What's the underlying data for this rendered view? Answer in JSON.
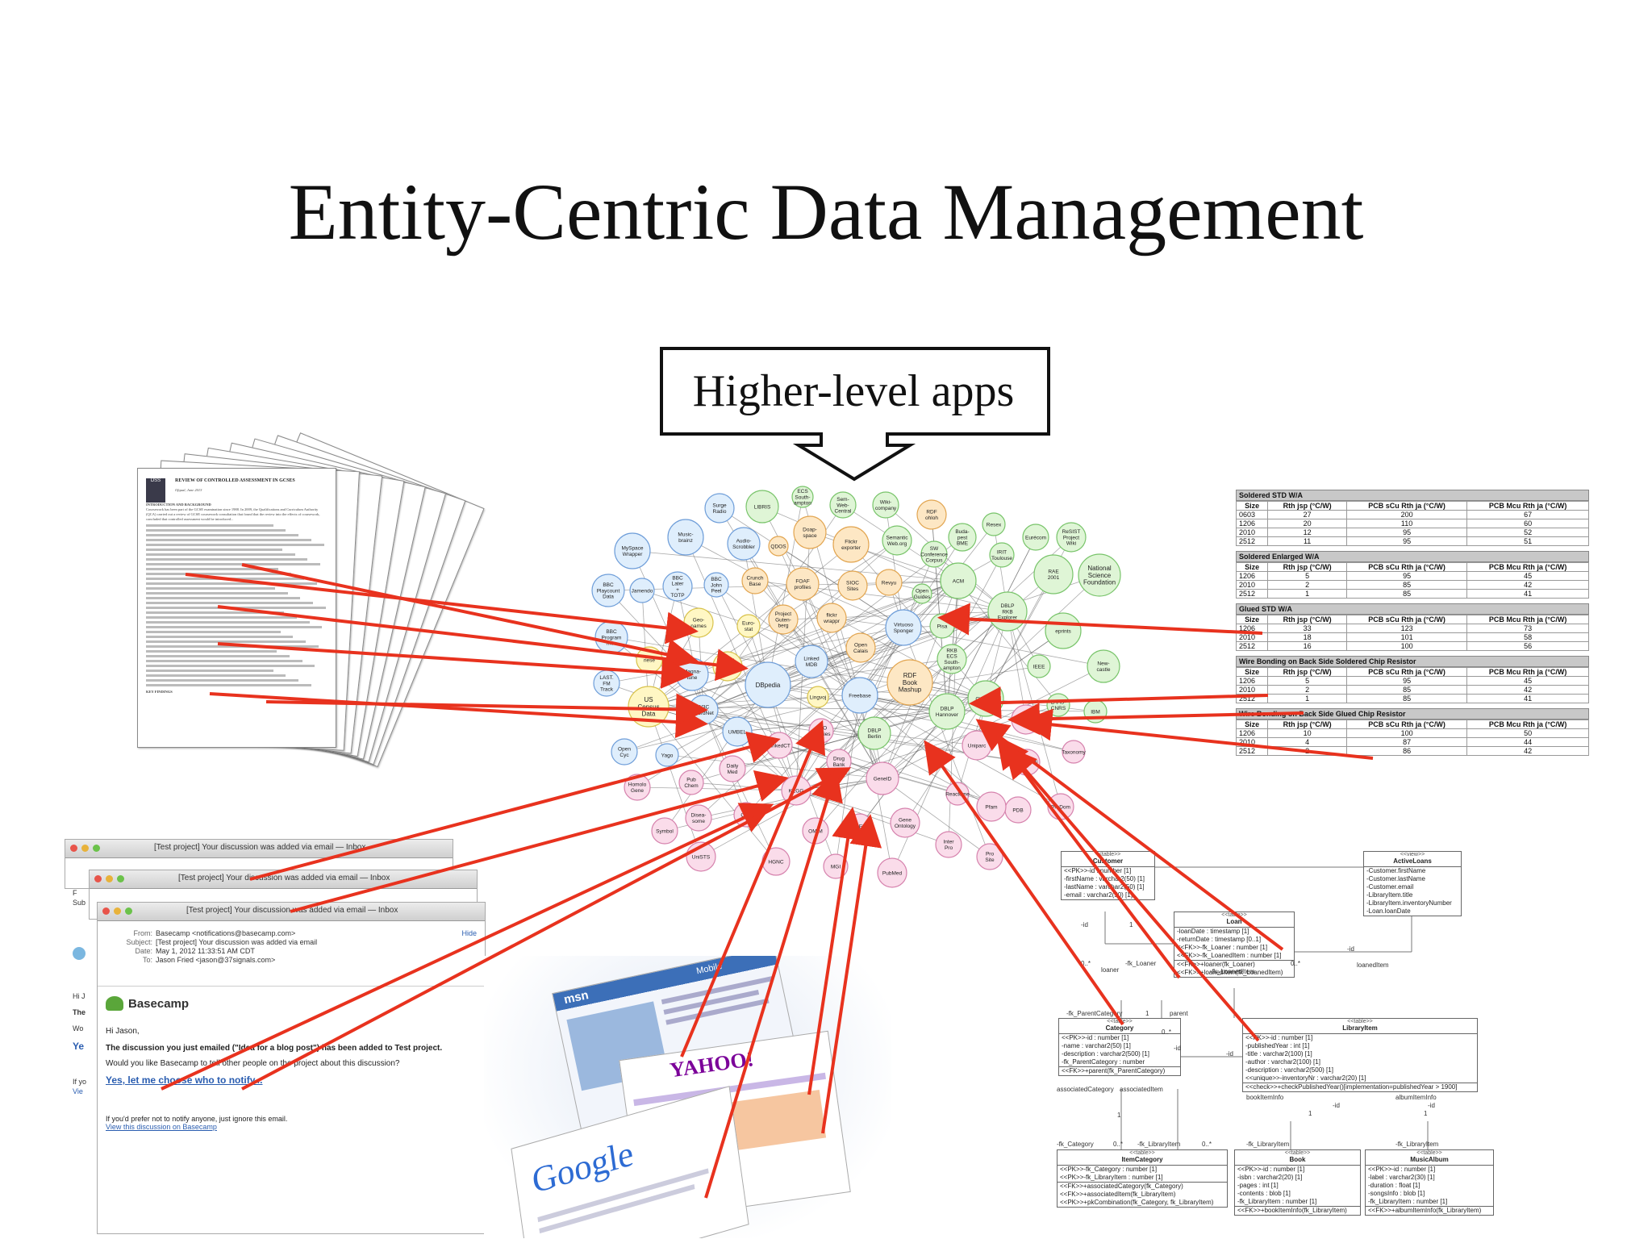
{
  "slide": {
    "title": "Entity-Centric Data Management",
    "callout": "Higher-level apps"
  },
  "colors": {
    "arrow": "#e8321e",
    "node_blue": "#dfeefc",
    "node_green": "#dff5d6",
    "node_yellow": "#fff7c4",
    "node_pink": "#fadcea",
    "node_orange": "#fde7c4"
  },
  "lod_cloud": {
    "nodes": [
      {
        "label": "ECS South- ampton",
        "color": "node_green"
      },
      {
        "label": "LIBRIS",
        "color": "node_green"
      },
      {
        "label": "Surge Radio",
        "color": "node_blue"
      },
      {
        "label": "Sem- Web- Central",
        "color": "node_green"
      },
      {
        "label": "Wiki- company",
        "color": "node_green"
      },
      {
        "label": "RDF ohloh",
        "color": "node_orange"
      },
      {
        "label": "Music- brainz",
        "color": "node_blue"
      },
      {
        "label": "Audio- Scrobbler",
        "color": "node_blue"
      },
      {
        "label": "Doap- space",
        "color": "node_orange"
      },
      {
        "label": "Flickr exporter",
        "color": "node_orange"
      },
      {
        "label": "Semantic Web.org",
        "color": "node_green"
      },
      {
        "label": "Buda- pest BME",
        "color": "node_green"
      },
      {
        "label": "Resex",
        "color": "node_green"
      },
      {
        "label": "QDOS",
        "color": "node_orange"
      },
      {
        "label": "MySpace Wrapper",
        "color": "node_blue"
      },
      {
        "label": "SW Conference Corpus",
        "color": "node_green"
      },
      {
        "label": "Eurécom",
        "color": "node_green"
      },
      {
        "label": "ReSIST Project Wiki",
        "color": "node_green"
      },
      {
        "label": "IRIT Toulouse",
        "color": "node_green"
      },
      {
        "label": "BBC Playcount Data",
        "color": "node_blue"
      },
      {
        "label": "Jamendo",
        "color": "node_blue"
      },
      {
        "label": "BBC Later + TOTP",
        "color": "node_blue"
      },
      {
        "label": "BBC John Peel",
        "color": "node_blue"
      },
      {
        "label": "Crunch Base",
        "color": "node_orange"
      },
      {
        "label": "FOAF profiles",
        "color": "node_orange"
      },
      {
        "label": "SIOC Sites",
        "color": "node_orange"
      },
      {
        "label": "Revyu",
        "color": "node_orange"
      },
      {
        "label": "ACM",
        "color": "node_green"
      },
      {
        "label": "RAE 2001",
        "color": "node_green"
      },
      {
        "label": "National Science Foundation",
        "color": "node_green"
      },
      {
        "label": "Open Guides",
        "color": "node_green"
      },
      {
        "label": "DBLP RKB Explorer",
        "color": "node_green"
      },
      {
        "label": "Geo- names",
        "color": "node_yellow"
      },
      {
        "label": "Euro- stat",
        "color": "node_yellow"
      },
      {
        "label": "Project Guten- berg",
        "color": "node_orange"
      },
      {
        "label": "flickr wrappr",
        "color": "node_orange"
      },
      {
        "label": "Virtuoso Sponger",
        "color": "node_blue"
      },
      {
        "label": "Pisa",
        "color": "node_green"
      },
      {
        "label": "eprints",
        "color": "node_green"
      },
      {
        "label": "BBC Program mes",
        "color": "node_blue"
      },
      {
        "label": "riese",
        "color": "node_yellow"
      },
      {
        "label": "World Fact- book",
        "color": "node_yellow"
      },
      {
        "label": "Linked MDB",
        "color": "node_blue"
      },
      {
        "label": "Open Calais",
        "color": "node_orange"
      },
      {
        "label": "RKB ECS South- ampton",
        "color": "node_green"
      },
      {
        "label": "IEEE",
        "color": "node_green"
      },
      {
        "label": "New- castle",
        "color": "node_green"
      },
      {
        "label": "Magna- tune",
        "color": "node_blue"
      },
      {
        "label": "DBpedia",
        "color": "node_blue"
      },
      {
        "label": "Freebase",
        "color": "node_blue"
      },
      {
        "label": "RDF Book Mashup",
        "color": "node_orange"
      },
      {
        "label": "CiteSeer",
        "color": "node_green"
      },
      {
        "label": "LAAS- CNRS",
        "color": "node_green"
      },
      {
        "label": "IBM",
        "color": "node_green"
      },
      {
        "label": "Lingvoj",
        "color": "node_yellow"
      },
      {
        "label": "DBLP Hannover",
        "color": "node_green"
      },
      {
        "label": "UniRef",
        "color": "node_pink"
      },
      {
        "label": "LAST. FM Track",
        "color": "node_blue"
      },
      {
        "label": "US Census Data",
        "color": "node_yellow"
      },
      {
        "label": "W3C WordNet",
        "color": "node_blue"
      },
      {
        "label": "UMBEL",
        "color": "node_blue"
      },
      {
        "label": "GEO Species",
        "color": "node_pink"
      },
      {
        "label": "DBLP Berlin",
        "color": "node_green"
      },
      {
        "label": "Homolo Gene",
        "color": "node_pink"
      },
      {
        "label": "Uniparc",
        "color": "node_pink"
      },
      {
        "label": "PROSITE",
        "color": "node_pink"
      },
      {
        "label": "Taxonomy",
        "color": "node_pink"
      },
      {
        "label": "Open Cyc",
        "color": "node_blue"
      },
      {
        "label": "Yago",
        "color": "node_blue"
      },
      {
        "label": "LinkedCT",
        "color": "node_pink"
      },
      {
        "label": "Drug Bank",
        "color": "node_pink"
      },
      {
        "label": "Daily Med",
        "color": "node_pink"
      },
      {
        "label": "Pub Chem",
        "color": "node_pink"
      },
      {
        "label": "KEGG",
        "color": "node_pink"
      },
      {
        "label": "GeneID",
        "color": "node_pink"
      },
      {
        "label": "Reactome",
        "color": "node_pink"
      },
      {
        "label": "PDB",
        "color": "node_pink"
      },
      {
        "label": "Pfam",
        "color": "node_pink"
      },
      {
        "label": "ProDom",
        "color": "node_pink"
      },
      {
        "label": "Disea- some",
        "color": "node_pink"
      },
      {
        "label": "CAS",
        "color": "node_pink"
      },
      {
        "label": "OMIM",
        "color": "node_pink"
      },
      {
        "label": "ChEBI",
        "color": "node_pink"
      },
      {
        "label": "Gene Ontology",
        "color": "node_pink"
      },
      {
        "label": "Symbol",
        "color": "node_pink"
      },
      {
        "label": "Inter Pro",
        "color": "node_pink"
      },
      {
        "label": "UniSTS",
        "color": "node_pink"
      },
      {
        "label": "HGNC",
        "color": "node_pink"
      },
      {
        "label": "MGI",
        "color": "node_pink"
      },
      {
        "label": "PubMed",
        "color": "node_pink"
      },
      {
        "label": "Pro Site",
        "color": "node_pink"
      }
    ]
  },
  "documents": {
    "header": "REVIEW OF CONTROLLED ASSESSMENT IN GCSES",
    "subheader": "Ofqual, June 2013",
    "logo": "DSS",
    "section1": "INTRODUCTION AND BACKGROUND",
    "section2": "KEY FINDINGS",
    "body": "Coursework has been part of the GCSE examination since 1988. In 2009, the Qualifications and Curriculum Authority (QCA) carried out a review of GCSE coursework consultation that found that the review into the effects of coursework, concluded that controlled assessment would be introduced..."
  },
  "emails": {
    "window_titles": [
      "[Test project] Your discussion was added via email — Inbox",
      "[Test project] Your discussion was added via email — Inbox",
      "[Test project] Your discussion was added via email — Inbox"
    ],
    "from_label": "From:",
    "from": "Basecamp <notifications@basecamp.com>",
    "subject_label": "Subject:",
    "subject": "[Test project] Your discussion was added via email",
    "date_label": "Date:",
    "date": "May 1, 2012 11:33:51 AM CDT",
    "to_label": "To:",
    "to": "Jason Fried <jason@37signals.com>",
    "hide": "Hide",
    "brand": "Basecamp",
    "greeting": "Hi Jason,",
    "line1": "The discussion you just emailed (\"Idea for a blog post\") has been added to Test project.",
    "line2": "Would you like Basecamp to tell other people on the project about this discussion?",
    "cta": "Yes, let me choose who to notify...",
    "footer1": "If you'd prefer not to notify anyone, just ignore this email.",
    "footer2": "View this discussion on Basecamp",
    "side_fragments": [
      "F",
      "Sub",
      "Hi J",
      "The",
      "Wo",
      "Ye",
      "If yo",
      "Vie"
    ]
  },
  "browsers": {
    "labels": [
      "msn",
      "YAHOO!",
      "Google",
      "Mobile"
    ]
  },
  "thermal_tables": [
    {
      "title": "Soldered STD W/A",
      "headers": [
        "Size",
        "Rth jsp (°C/W)",
        "PCB sCu Rth ja (°C/W)",
        "PCB Mcu Rth ja (°C/W)"
      ],
      "rows": [
        [
          "0603",
          "27",
          "200",
          "67"
        ],
        [
          "1206",
          "20",
          "110",
          "60"
        ],
        [
          "2010",
          "12",
          "95",
          "52"
        ],
        [
          "2512",
          "11",
          "95",
          "51"
        ]
      ]
    },
    {
      "title": "Soldered Enlarged W/A",
      "headers": [
        "Size",
        "Rth jsp (°C/W)",
        "PCB sCu Rth ja (°C/W)",
        "PCB Mcu Rth ja (°C/W)"
      ],
      "rows": [
        [
          "1206",
          "5",
          "95",
          "45"
        ],
        [
          "2010",
          "2",
          "85",
          "42"
        ],
        [
          "2512",
          "1",
          "85",
          "41"
        ]
      ]
    },
    {
      "title": "Glued STD W/A",
      "headers": [
        "Size",
        "Rth jsp (°C/W)",
        "PCB sCu Rth ja (°C/W)",
        "PCB Mcu Rth ja (°C/W)"
      ],
      "rows": [
        [
          "1206",
          "33",
          "123",
          "73"
        ],
        [
          "2010",
          "18",
          "101",
          "58"
        ],
        [
          "2512",
          "16",
          "100",
          "56"
        ]
      ]
    },
    {
      "title": "Wire Bonding on Back Side Soldered Chip Resistor",
      "headers": [
        "Size",
        "Rth jsp (°C/W)",
        "PCB sCu Rth ja (°C/W)",
        "PCB Mcu Rth ja (°C/W)"
      ],
      "rows": [
        [
          "1206",
          "5",
          "95",
          "45"
        ],
        [
          "2010",
          "2",
          "85",
          "42"
        ],
        [
          "2512",
          "1",
          "85",
          "41"
        ]
      ]
    },
    {
      "title": "Wire Bonding on Back Side Glued Chip Resistor",
      "headers": [
        "Size",
        "Rth jsp (°C/W)",
        "PCB sCu Rth ja (°C/W)",
        "PCB Mcu Rth ja (°C/W)"
      ],
      "rows": [
        [
          "1206",
          "10",
          "100",
          "50"
        ],
        [
          "2010",
          "4",
          "87",
          "44"
        ],
        [
          "2512",
          "2",
          "86",
          "42"
        ]
      ]
    }
  ],
  "uml": {
    "classes": [
      {
        "stereo": "<<table>>",
        "name": "Customer",
        "attrs": [
          "<<PK>>-id : number [1]",
          "-firstName : varchar2(50) [1]",
          "-lastName : varchar2(50) [1]",
          "-email : varchar2(50) [1]"
        ]
      },
      {
        "stereo": "<<view>>",
        "name": "ActiveLoans",
        "attrs": [
          "-Customer.firstName",
          "-Customer.lastName",
          "-Customer.email",
          "-LibraryItem.title",
          "-LibraryItem.inventoryNumber",
          "-Loan.loanDate"
        ]
      },
      {
        "stereo": "<<table>>",
        "name": "Loan",
        "attrs": [
          "-loanDate : timestamp [1]",
          "-returnDate : timestamp [0..1]",
          "<<FK>>-fk_Loaner : number [1]",
          "<<FK>>-fk_LoanedItem : number [1]"
        ],
        "ops": [
          "<<FK>>+loaner(fk_Loaner)",
          "<<FK>>+loanedItem(fk_LoanedItem)"
        ]
      },
      {
        "stereo": "<<table>>",
        "name": "Category",
        "attrs": [
          "<<PK>>-id : number [1]",
          "-name : varchar2(50) [1]",
          "-description : varchar2(500) [1]",
          "-fk_ParentCategory : number"
        ],
        "ops": [
          "<<FK>>+parent(fk_ParentCategory)"
        ]
      },
      {
        "stereo": "<<table>>",
        "name": "LibraryItem",
        "attrs": [
          "<<PK>>-id : number [1]",
          "-publishedYear : int [1]",
          "-title : varchar2(100) [1]",
          "-author : varchar2(100) [1]",
          "-description : varchar2(500) [1]",
          "<<unique>>-inventoryNr : varchar2(20) [1]"
        ],
        "ops": [
          "<<check>>+checkPublishedYear()[implementation=publishedYear > 1900]"
        ]
      },
      {
        "stereo": "<<table>>",
        "name": "ItemCategory",
        "attrs": [
          "<<PK>>-fk_Category : number [1]",
          "<<PK>>-fk_LibraryItem : number [1]"
        ],
        "ops": [
          "<<FK>>+associatedCategory(fk_Category)",
          "<<FK>>+associatedItem(fk_LibraryItem)",
          "<<PK>>+pkCombination(fk_Category, fk_LibraryItem)"
        ]
      },
      {
        "stereo": "<<table>>",
        "name": "Book",
        "attrs": [
          "<<PK>>-id : number [1]",
          "-isbn : varchar2(20) [1]",
          "-pages : int [1]",
          "-contents : blob [1]",
          "-fk_LibraryItem : number [1]"
        ],
        "ops": [
          "<<FK>>+bookItemInfo(fk_LibraryItem)"
        ]
      },
      {
        "stereo": "<<table>>",
        "name": "MusicAlbum",
        "attrs": [
          "<<PK>>-id : number [1]",
          "-label : varchar2(30) [1]",
          "-duration : float [1]",
          "-songsInfo : blob [1]",
          "-fk_LibraryItem : number [1]"
        ],
        "ops": [
          "<<FK>>+albumItemInfo(fk_LibraryItem)"
        ]
      }
    ],
    "labels": [
      "-id",
      "1",
      "0..*",
      "loaner",
      "-fk_Loaner",
      "-fk_LoanedItem",
      "loanedItem",
      "-id",
      "0..*",
      "-fk_ParentCategory",
      "parent",
      "1",
      "0..*",
      "-id",
      "-id",
      "associatedCategory",
      "associatedItem",
      "bookItemInfo",
      "albumItemInfo",
      "-fk_Category",
      "0..*",
      "-fk_LibraryItem",
      "0..*",
      "-fk_LibraryItem",
      "-fk_LibraryItem",
      "1",
      "1",
      "1",
      "-id",
      "-id"
    ]
  }
}
